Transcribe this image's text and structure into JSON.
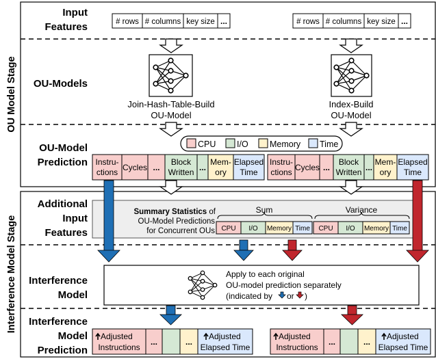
{
  "stages": {
    "ou_model": "OU Model Stage",
    "interference_model": "Interference Model Stage"
  },
  "row_labels": {
    "input_features": [
      "Input",
      "Features"
    ],
    "ou_models": "OU-Models",
    "ou_model_prediction": [
      "OU-Model",
      "Prediction"
    ],
    "additional_input_features": [
      "Additional",
      "Input",
      "Features"
    ],
    "interference_model": [
      "Interference",
      "Model"
    ],
    "interference_model_prediction": [
      "Interference",
      "Model",
      "Prediction"
    ]
  },
  "input_features": {
    "left": [
      "# rows",
      "# columns",
      "key size",
      "..."
    ],
    "right": [
      "# rows",
      "# columns",
      "key size",
      "..."
    ]
  },
  "ou_models": {
    "left": [
      "Join-Hash-Table-Build",
      "OU-Model"
    ],
    "right": [
      "Index-Build",
      "OU-Model"
    ]
  },
  "legend": [
    {
      "label": "CPU",
      "color": "#f8cecc"
    },
    {
      "label": "I/O",
      "color": "#d5e8d4"
    },
    {
      "label": "Memory",
      "color": "#fff2cc"
    },
    {
      "label": "Time",
      "color": "#dae8fc"
    }
  ],
  "ou_prediction_cells": {
    "left": [
      {
        "lines": [
          "Instru-",
          "ctions"
        ],
        "cat": "CPU"
      },
      {
        "lines": [
          "Cycles"
        ],
        "cat": "CPU"
      },
      {
        "lines": [
          "..."
        ],
        "cat": "CPU"
      },
      {
        "lines": [
          "Block",
          "Written"
        ],
        "cat": "I/O"
      },
      {
        "lines": [
          "..."
        ],
        "cat": "I/O"
      },
      {
        "lines": [
          "Mem-",
          "ory"
        ],
        "cat": "Memory"
      },
      {
        "lines": [
          "Elapsed",
          "Time"
        ],
        "cat": "Time"
      }
    ],
    "right": [
      {
        "lines": [
          "Instru-",
          "ctions"
        ],
        "cat": "CPU"
      },
      {
        "lines": [
          "Cycles"
        ],
        "cat": "CPU"
      },
      {
        "lines": [
          "..."
        ],
        "cat": "CPU"
      },
      {
        "lines": [
          "Block",
          "Written"
        ],
        "cat": "I/O"
      },
      {
        "lines": [
          "..."
        ],
        "cat": "I/O"
      },
      {
        "lines": [
          "Mem-",
          "ory"
        ],
        "cat": "Memory"
      },
      {
        "lines": [
          "Elapsed",
          "Time"
        ],
        "cat": "Time"
      }
    ]
  },
  "summary": {
    "bold": "Summary Statistics",
    "rest_line1": " of",
    "line2": "OU-Model Predictions",
    "line3": "for Concurrent OUs",
    "groups": [
      "Sum",
      "Variance"
    ],
    "cells": [
      "CPU",
      "I/O",
      "Memory",
      "Time"
    ]
  },
  "interference": {
    "lines": [
      "Apply to each original",
      "OU-model prediction separately"
    ],
    "line3_a": "(indicated by",
    "line3_or": "or",
    "line3_end": ")"
  },
  "interference_prediction": {
    "left": {
      "first": "Adjusted",
      "first2": "Instructions",
      "dots": "...",
      "last": "Adjusted",
      "last2": "Elapsed Time"
    },
    "right": {
      "first": "Adjusted",
      "first2": "Instructions",
      "dots": "...",
      "last": "Adjusted",
      "last2": "Elapsed Time"
    }
  },
  "colors": {
    "cpu": "#f8cecc",
    "io": "#d5e8d4",
    "memory": "#fff2cc",
    "time": "#dae8fc",
    "blue_arrow": "#1f6fb4",
    "red_arrow": "#c0262d",
    "summary_bg": "#eeeeee"
  }
}
